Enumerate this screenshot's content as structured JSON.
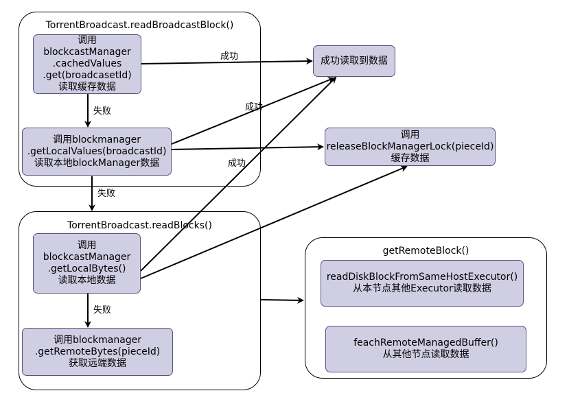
{
  "groups": {
    "broadcast_block": {
      "title": "TorrentBroadcast.readBroadcastBlock()"
    },
    "read_blocks": {
      "title": "TorrentBroadcast.readBlocks()"
    },
    "remote_block": {
      "title": "getRemoteBlock()"
    }
  },
  "nodes": {
    "cached_values": {
      "lines": [
        "调用",
        "blockcastManager",
        ".cachedValues",
        ".get(broadcasetId)",
        "读取缓存数据"
      ]
    },
    "local_values": {
      "lines": [
        "调用blockmanager",
        ".getLocalValues(broadcastId)",
        "读取本地blockManager数据"
      ]
    },
    "success": {
      "lines": [
        "成功读取到数据"
      ]
    },
    "release_lock": {
      "lines": [
        "调用",
        "releaseBlockManagerLock(pieceId)",
        "缓存数据"
      ]
    },
    "local_bytes": {
      "lines": [
        "调用",
        "blockcastManager",
        ".getLocalBytes()",
        "读取本地数据"
      ]
    },
    "remote_bytes": {
      "lines": [
        "调用blockmanager",
        ".getRemoteBytes(pieceId)",
        "获取远端数据"
      ]
    },
    "same_host": {
      "lines": [
        "readDiskBlockFromSameHostExecutor()",
        "从本节点其他Executor读取数据"
      ]
    },
    "remote_buffer": {
      "lines": [
        "feachRemoteManagedBuffer()",
        "从其他节点读取数据"
      ]
    }
  },
  "edge_labels": {
    "cached_success": "成功",
    "cached_fail": "失败",
    "local_values_success": "成功",
    "local_bytes_success": "成功",
    "group_fail": "失败",
    "local_bytes_fail": "失败"
  }
}
